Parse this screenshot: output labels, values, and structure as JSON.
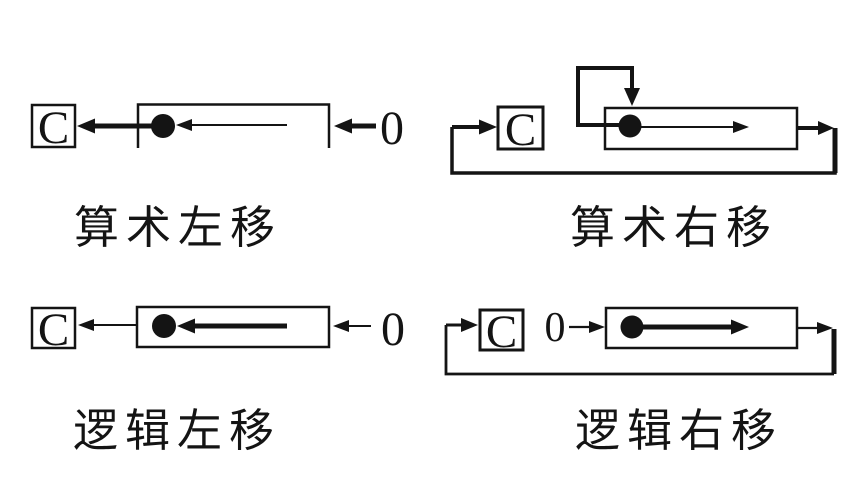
{
  "colors": {
    "ink": "#141414",
    "background": "#ffffff"
  },
  "diagrams": {
    "arithmetic_left": {
      "label": "算术左移",
      "carry": "C",
      "zero": "0"
    },
    "arithmetic_right": {
      "label": "算术右移",
      "carry": "C"
    },
    "logical_left": {
      "label": "逻辑左移",
      "carry": "C",
      "zero": "0"
    },
    "logical_right": {
      "label": "逻辑右移",
      "carry": "C",
      "zero": "0"
    }
  }
}
